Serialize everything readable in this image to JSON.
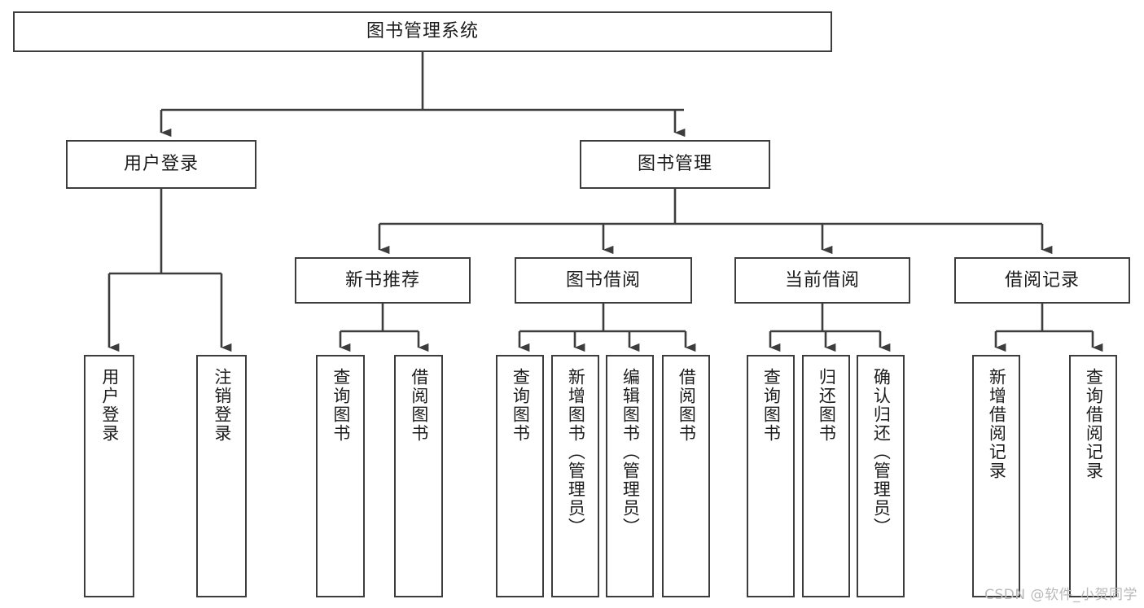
{
  "diagram": {
    "title": "图书管理系统",
    "watermark": "CSDN @软件_小贺同学",
    "colors": {
      "stroke": "#3d3d3d",
      "fill": "#ffffff",
      "text": "#1c1c1c",
      "watermark": "#b9b9b9"
    },
    "root": {
      "label": "图书管理系统"
    },
    "level2": [
      {
        "label": "用户登录"
      },
      {
        "label": "图书管理"
      }
    ],
    "level3": [
      {
        "label": "新书推荐"
      },
      {
        "label": "图书借阅"
      },
      {
        "label": "当前借阅"
      },
      {
        "label": "借阅记录"
      }
    ],
    "leaves": {
      "user_login": [
        {
          "label": "用户登录"
        },
        {
          "label": "注销登录"
        }
      ],
      "new_book_recommend": [
        {
          "label": "查询图书"
        },
        {
          "label": "借阅图书"
        }
      ],
      "book_borrow": [
        {
          "label": "查询图书"
        },
        {
          "label": "新增图书（管理员）"
        },
        {
          "label": "编辑图书（管理员）"
        },
        {
          "label": "借阅图书"
        }
      ],
      "current_borrow": [
        {
          "label": "查询图书"
        },
        {
          "label": "归还图书"
        },
        {
          "label": "确认归还（管理员）"
        }
      ],
      "borrow_records": [
        {
          "label": "新增借阅记录"
        },
        {
          "label": "查询借阅记录"
        }
      ]
    }
  }
}
